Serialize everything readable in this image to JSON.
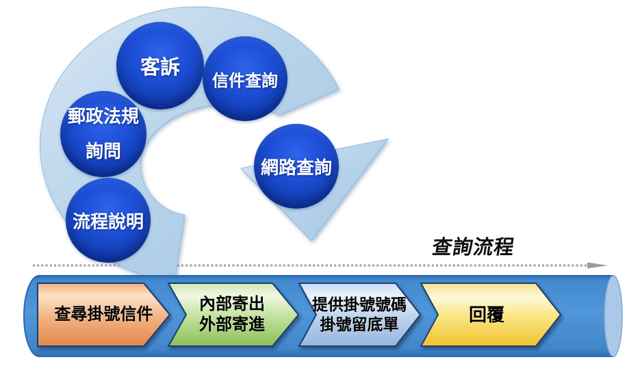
{
  "diagram": {
    "flow_title": "查詢流程",
    "cycle": {
      "items": [
        {
          "id": "complaint",
          "label": "客訴"
        },
        {
          "id": "mail-inquiry",
          "label": "信件查詢"
        },
        {
          "id": "postal-regulation-inquiry",
          "label": "郵政法規\n詢問"
        },
        {
          "id": "web-inquiry",
          "label": "網路查詢"
        },
        {
          "id": "process-description",
          "label": "流程說明"
        }
      ]
    },
    "process": {
      "steps": [
        {
          "id": "search-registered-mail",
          "label": "查尋掛號信件",
          "color_top": "#fbe2c6",
          "color_bottom": "#e2884b"
        },
        {
          "id": "internal-external-mail",
          "label": "內部寄出\n外部寄進",
          "color_top": "#eff8e2",
          "color_bottom": "#8abf58"
        },
        {
          "id": "provide-registration-number",
          "label": "提供掛號號碼\n掛號留底單",
          "color_top": "#eaf2fc",
          "color_bottom": "#96b5de"
        },
        {
          "id": "reply",
          "label": "回覆",
          "color_top": "#fdf9da",
          "color_bottom": "#f1c12e"
        }
      ]
    },
    "colors": {
      "cycle_arrow": "#b7d3ea",
      "bubble_fill": "#1d4fd6",
      "bubble_edge": "#0a2f8c",
      "cylinder": "#4a8ed2",
      "cylinder_cap": "#abc8e8",
      "chevron_outline": "#1e3c6e",
      "dotted_line": "#9b9b9b",
      "title_text": "#0d0d0d",
      "background": "#ffffff"
    }
  }
}
